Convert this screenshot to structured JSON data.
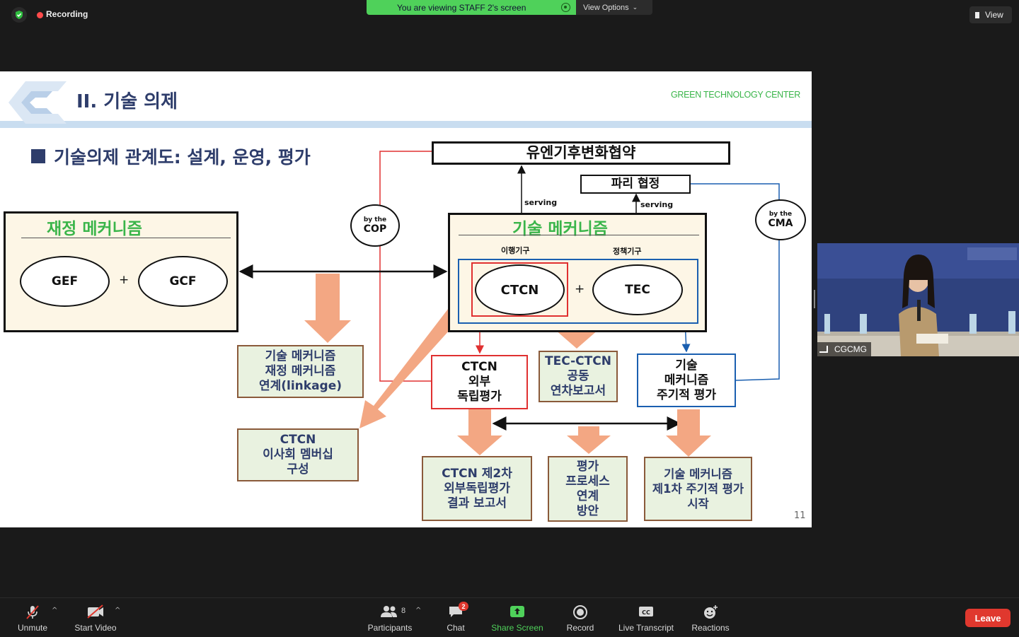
{
  "top": {
    "recording_label": "Recording",
    "viewing_label": "You are viewing STAFF 2's screen",
    "view_options_label": "View Options",
    "view_label": "View"
  },
  "slide": {
    "title": "II. 기술 의제",
    "logo_text": "GREEN TECHNOLOGY CENTER",
    "subtitle": "기술의제 관계도: 설계, 운영, 평가",
    "page_number": "11",
    "unfccc": "유엔기후변화협약",
    "paris": "파리 협정",
    "serving_1": "serving",
    "serving_2": "serving",
    "by_the_cop_top": "by the",
    "by_the_cop_main": "COP",
    "by_the_cma_top": "by the",
    "by_the_cma_main": "CMA",
    "finance_title": "재정 메커니즘",
    "gef": "GEF",
    "gcf": "GCF",
    "plus_1": "+",
    "tech_title": "기술 메커니즘",
    "implementing_label": "이행기구",
    "policy_label": "정책기구",
    "ctcn": "CTCN",
    "tec": "TEC",
    "plus_2": "+",
    "linkage": [
      "기술 메커니즘",
      "재정 메커니즘",
      "연계(linkage)"
    ],
    "ctcn_eval": [
      "CTCN",
      "외부",
      "독립평가"
    ],
    "joint_report": [
      "TEC-CTCN",
      "공동",
      "연차보고서"
    ],
    "periodic_eval": [
      "기술",
      "메커니즘",
      "주기적 평가"
    ],
    "ctcn_board": [
      "CTCN",
      "이사회 멤버십",
      "구성"
    ],
    "second_eval_report": [
      "CTCN 제2차",
      "외부독립평가",
      "결과 보고서"
    ],
    "eval_process": [
      "평가",
      "프로세스",
      "연계",
      "방안"
    ],
    "first_periodic": [
      "기술 메커니즘",
      "제1차 주기적 평가",
      "시작"
    ]
  },
  "self_video": {
    "name": "CGCMG"
  },
  "toolbar": {
    "unmute": "Unmute",
    "start_video": "Start Video",
    "participants": "Participants",
    "participants_count": "8",
    "chat": "Chat",
    "chat_badge": "2",
    "share_screen": "Share Screen",
    "record": "Record",
    "live_transcript": "Live Transcript",
    "reactions": "Reactions",
    "leave": "Leave"
  },
  "colors": {
    "accent_green": "#4fd15a",
    "leave_red": "#e0382e",
    "slide_navy": "#2e3d6b",
    "arrow_salmon": "#f3a783",
    "finance_green": "#3ab54a"
  }
}
